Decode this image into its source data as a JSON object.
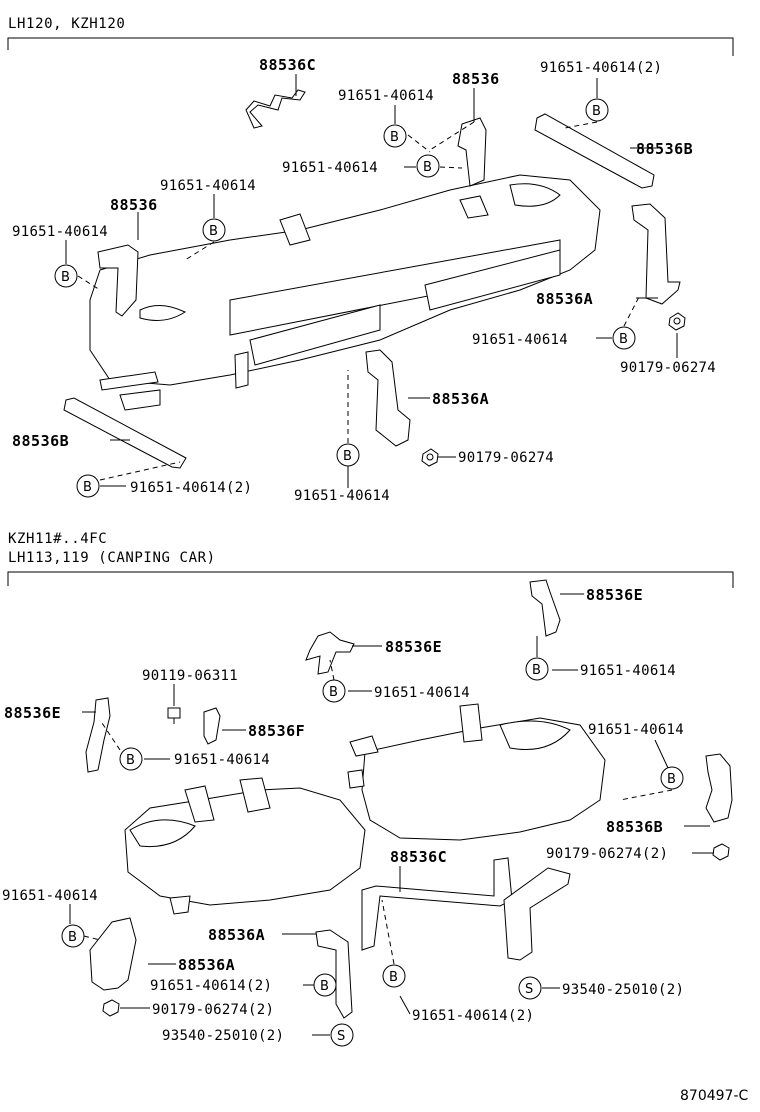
{
  "sections": {
    "top": {
      "lines": [
        "LH120, KZH120"
      ]
    },
    "bottom": {
      "lines": [
        "KZH11#..4FC",
        "LH113,119   (CANPING CAR)"
      ]
    }
  },
  "labels": {
    "p88536C_top": "88536C",
    "p88536_top_mid": "88536",
    "b91651_top1": "91651-40614",
    "b91651_top2": "91651-40614(2)",
    "p88536B_top": "88536B",
    "b91651_top3": "91651-40614",
    "b91651_top4": "91651-40614",
    "p88536_left": "88536",
    "b91651_left": "91651-40614",
    "p88536A_right": "88536A",
    "b91651_right": "91651-40614",
    "n90179_right": "90179-06274",
    "p88536A_mid": "88536A",
    "p88536B_left": "88536B",
    "n90179_mid": "90179-06274",
    "b91651_bot_left": "91651-40614(2)",
    "b91651_bot_mid": "91651-40614",
    "p88536E_tr": "88536E",
    "b91651_tr": "91651-40614",
    "p88536E_mid": "88536E",
    "b91651_mid": "91651-40614",
    "s90119": "90119-06311",
    "p88536E_left": "88536E",
    "p88536F": "88536F",
    "b91651_l2": "91651-40614",
    "b91651_r2": "91651-40614",
    "p88536B_r2": "88536B",
    "n90179_r2": "90179-06274(2)",
    "p88536C_b": "88536C",
    "b91651_ll": "91651-40614",
    "p88536A_b1": "88536A",
    "p88536A_b2": "88536A",
    "b91651_b2": "91651-40614(2)",
    "n90179_b2": "90179-06274(2)",
    "s93540_b": "93540-25010(2)",
    "b91651_b3": "91651-40614(2)",
    "s93540_r": "93540-25010(2)"
  },
  "symbols": {
    "bolt": "B",
    "screw": "S"
  },
  "caption": "870497-C"
}
